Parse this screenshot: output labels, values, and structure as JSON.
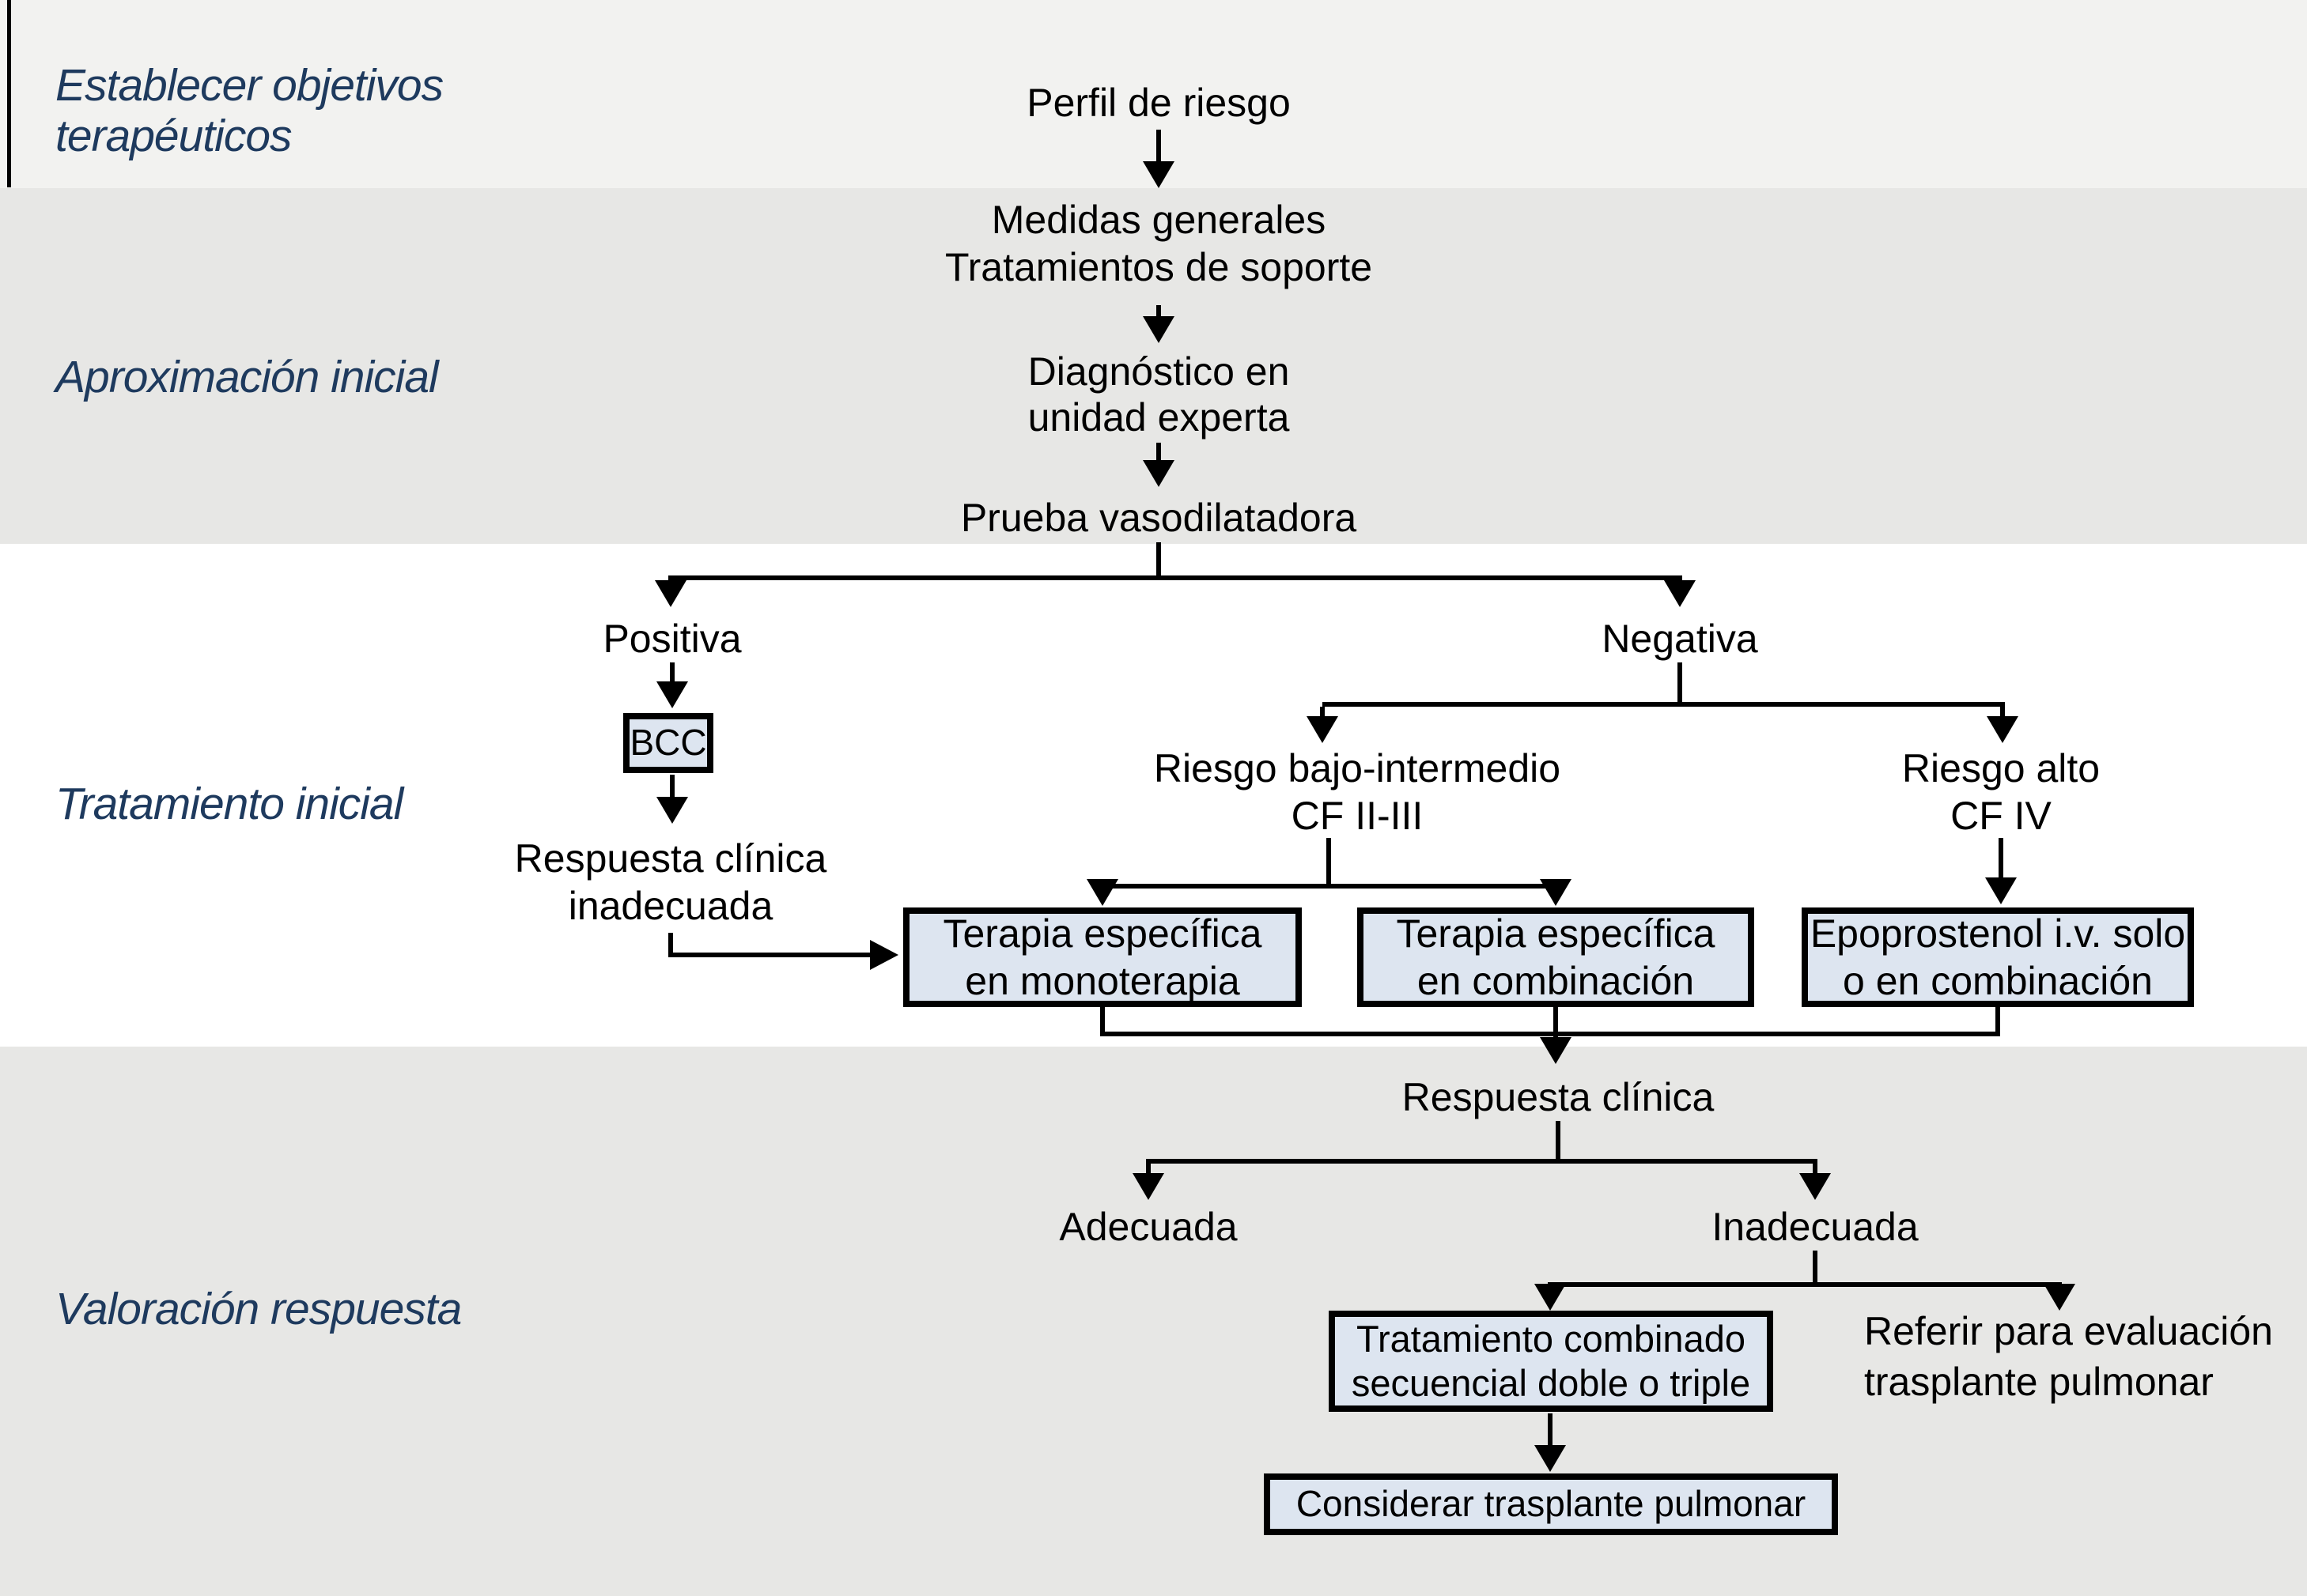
{
  "colors": {
    "band_top": "#f2f2f0",
    "band_second": "#e7e7e5",
    "band_third": "#ffffff",
    "band_bottom": "#e7e7e5",
    "section_label": "#1e3a5e",
    "box_fill": "#dde5f0",
    "line": "#000000",
    "text": "#000000"
  },
  "sections": {
    "objetivos_line1": "Establecer objetivos",
    "objetivos_line2": "terapéuticos",
    "aproximacion": "Aproximación inicial",
    "tratamiento": "Tratamiento inicial",
    "valoracion": "Valoración respuesta"
  },
  "flow": {
    "perfil": "Perfil de riesgo",
    "medidas_line1": "Medidas generales",
    "medidas_line2": "Tratamientos de soporte",
    "diagnostico_line1": "Diagnóstico en",
    "diagnostico_line2": "unidad experta",
    "prueba": "Prueba vasodilatadora",
    "positiva": "Positiva",
    "negativa": "Negativa",
    "bcc": "BCC",
    "respuesta_inadecuada_line1": "Respuesta clínica",
    "respuesta_inadecuada_line2": "inadecuada",
    "riesgo_bajo_line1": "Riesgo bajo-intermedio",
    "riesgo_bajo_line2": "CF II-III",
    "riesgo_alto_line1": "Riesgo alto",
    "riesgo_alto_line2": "CF IV",
    "box_monoterapia_line1": "Terapia específica",
    "box_monoterapia_line2": "en monoterapia",
    "box_combinacion_line1": "Terapia específica",
    "box_combinacion_line2": "en combinación",
    "box_epoprostenol_line1": "Epoprostenol i.v. solo",
    "box_epoprostenol_line2": "o en combinación",
    "respuesta_clinica": "Respuesta clínica",
    "adecuada": "Adecuada",
    "inadecuada": "Inadecuada",
    "box_combinado_line1": "Tratamiento combinado",
    "box_combinado_line2": "secuencial doble o triple",
    "referir_line1": "Referir para evaluación",
    "referir_line2": "trasplante pulmonar",
    "box_considerar": "Considerar trasplante pulmonar"
  }
}
